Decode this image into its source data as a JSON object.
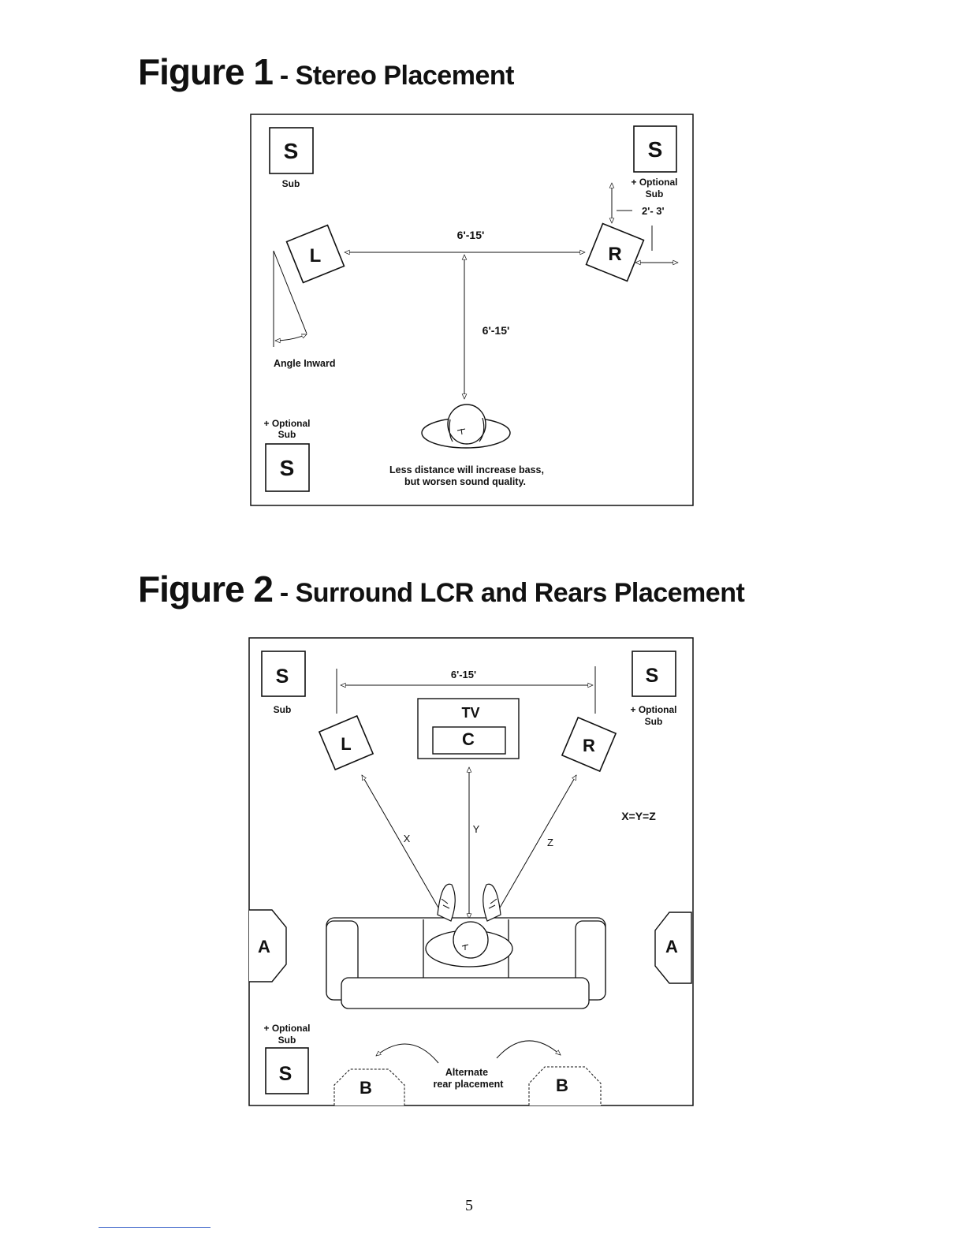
{
  "figure1": {
    "heading_num": "Figure 1",
    "heading_sub": "- Stereo Placement",
    "sub_letter": "S",
    "sub_label": "Sub",
    "optional_sub_label": [
      "+ Optional",
      "Sub"
    ],
    "left_speaker": "L",
    "right_speaker": "R",
    "width_distance": "6'-15'",
    "depth_distance": "6'-15'",
    "wall_distance": "2'- 3'",
    "angle_label": "Angle Inward",
    "note": [
      "Less distance will increase bass,",
      "but worsen sound quality."
    ]
  },
  "figure2": {
    "heading_num": "Figure 2",
    "heading_sub": "- Surround LCR and Rears Placement",
    "sub_letter": "S",
    "sub_label": "Sub",
    "optional_sub_label": [
      "+ Optional",
      "Sub"
    ],
    "width_distance": "6'-15'",
    "tv_label": "TV",
    "center_speaker": "C",
    "left_speaker": "L",
    "right_speaker": "R",
    "x_label": "X",
    "y_label": "Y",
    "z_label": "Z",
    "equation": "X=Y=Z",
    "side_surround": "A",
    "rear_surround": "B",
    "alternate_label": [
      "Alternate",
      "rear placement"
    ]
  },
  "page_number": "5"
}
